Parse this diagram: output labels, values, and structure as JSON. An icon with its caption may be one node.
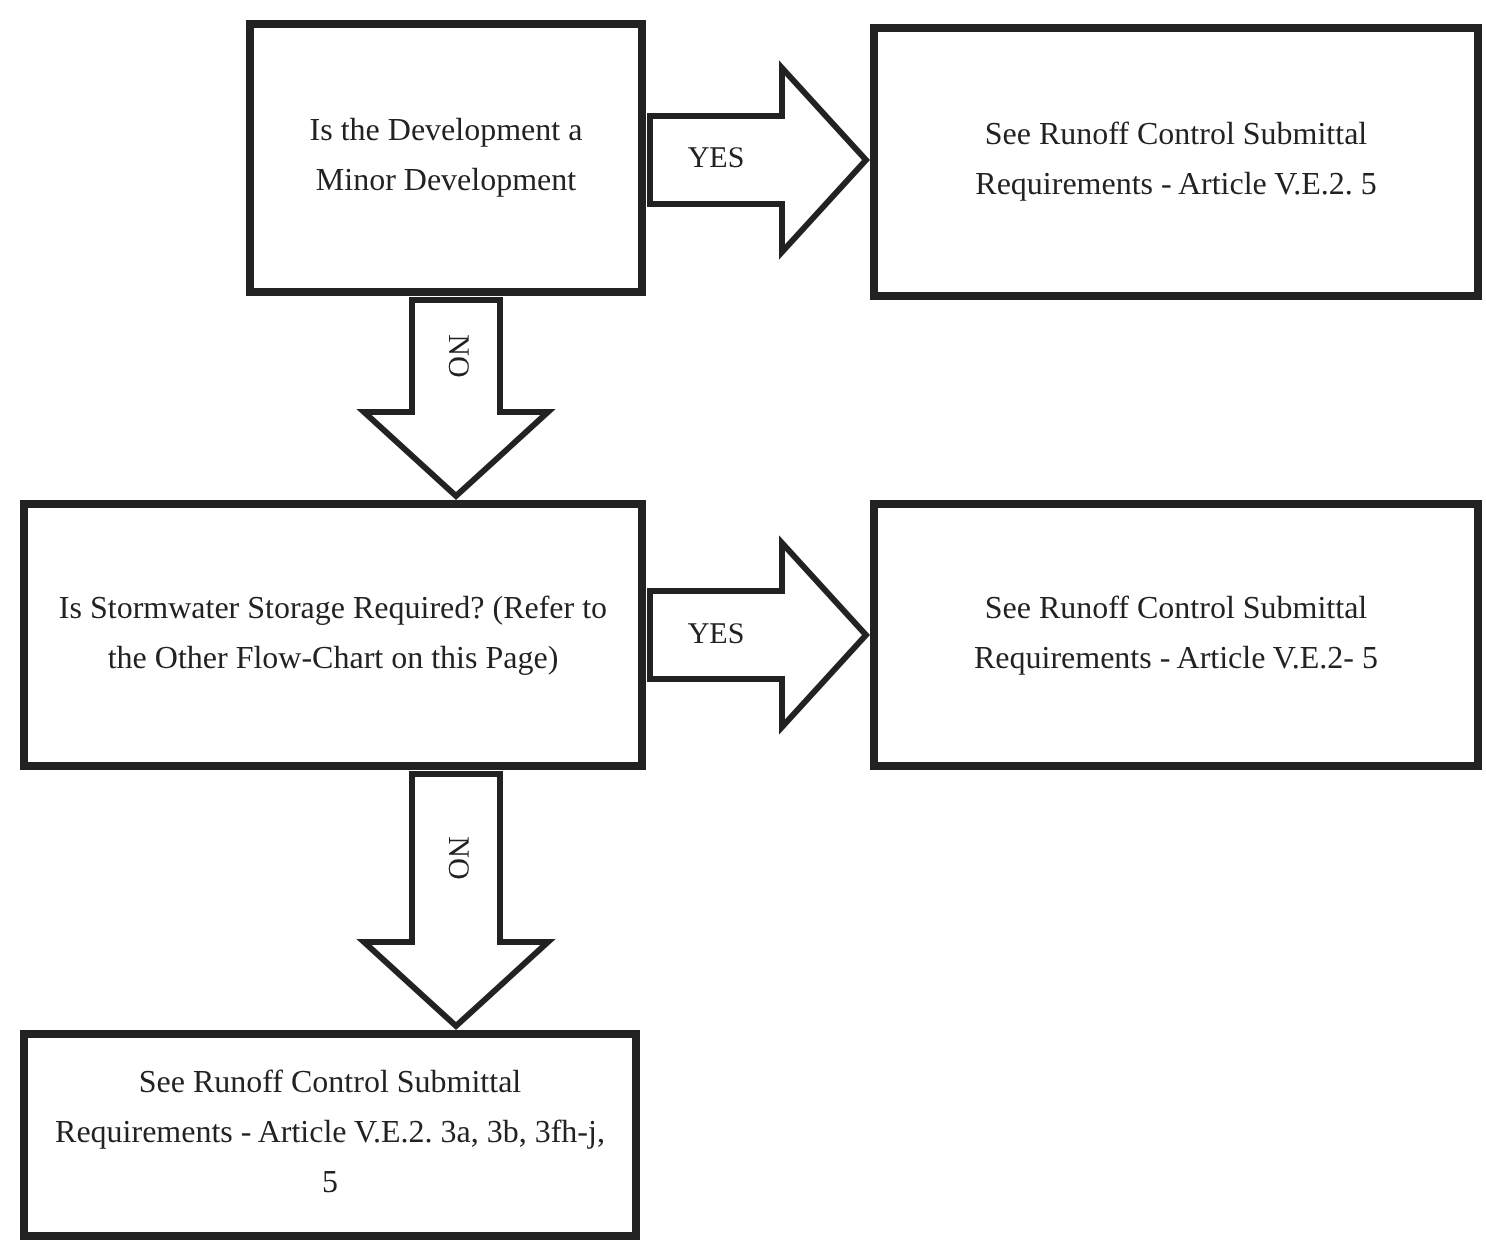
{
  "diagram": {
    "nodes": [
      {
        "text": [
          "Is the Development a Minor Development"
        ]
      },
      {
        "text": [
          "See Runoff Control Submittal Requirements - Article V.E.2. 5"
        ]
      },
      {
        "text": [
          "Is Stormwater Storage Required? (Refer to the Other Flow-Chart on this Page)"
        ]
      },
      {
        "text": [
          "See Runoff Control Submittal Requirements - Article V.E.2- 5"
        ]
      },
      {
        "text": [
          "See Runoff Control Submittal Requirements - Article V.E.2. 3a, 3b, 3fh-j, 5"
        ]
      }
    ],
    "edges": [
      {
        "from": 0,
        "to": 1,
        "arrow": "to",
        "label": "YES"
      },
      {
        "from": 0,
        "to": 2,
        "arrow": "to",
        "label": "NO"
      },
      {
        "from": 2,
        "to": 3,
        "arrow": "to",
        "label": "YES"
      },
      {
        "from": 2,
        "to": 4,
        "arrow": "to",
        "label": "NO"
      }
    ]
  }
}
